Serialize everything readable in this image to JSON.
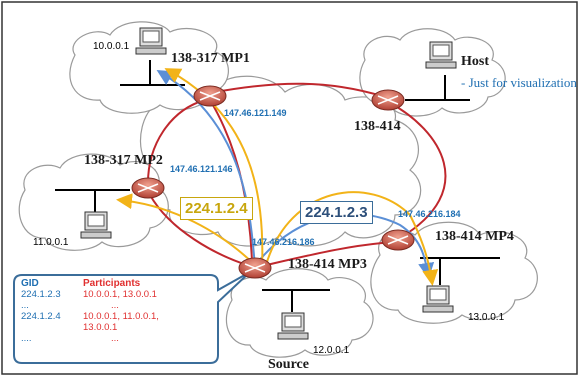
{
  "routers": {
    "mp1": "138-317 MP1",
    "mp2": "138-317 MP2",
    "mp3": "138-414 MP3",
    "mp4": "138-414 MP4",
    "host_router": "138-414"
  },
  "hosts": {
    "top_left": "10.0.0.1",
    "left": "11.0.0.1",
    "bottom_right": "13.0.0.1",
    "source": "12.0.0.1"
  },
  "interfaces": {
    "mp1": "147.46.121.149",
    "mp2": "147.46.121.146",
    "mp3": "147.46.216.186",
    "mp4": "147.46.216.184"
  },
  "groups": {
    "g1": "224.1.2.4",
    "g2": "224.1.2.3"
  },
  "legend": {
    "host_title": "Host",
    "host_note": "- Just for visualization",
    "source_title": "Source"
  },
  "table": {
    "col_gid": "GID",
    "col_participants": "Participants",
    "r1_gid": "224.1.2.3",
    "r1_parts": "10.0.0.1, 13.0.0.1",
    "r2_gid": "...",
    "r2_parts": "...",
    "r3_gid": "224.1.2.4",
    "r3_parts": "10.0.0.1, 11.0.0.1,",
    "r3b_parts": "13.0.0.1",
    "r4_gid": "....",
    "r4_parts": "..."
  },
  "colors": {
    "red_link": "#c0272d",
    "yellow_flow": "#f2b318",
    "blue_flow": "#5b8fd6",
    "router": "#c65b4b",
    "callout_border": "#3b6d9a"
  },
  "icons": [
    "router-icon",
    "computer-icon",
    "cloud-shape"
  ]
}
